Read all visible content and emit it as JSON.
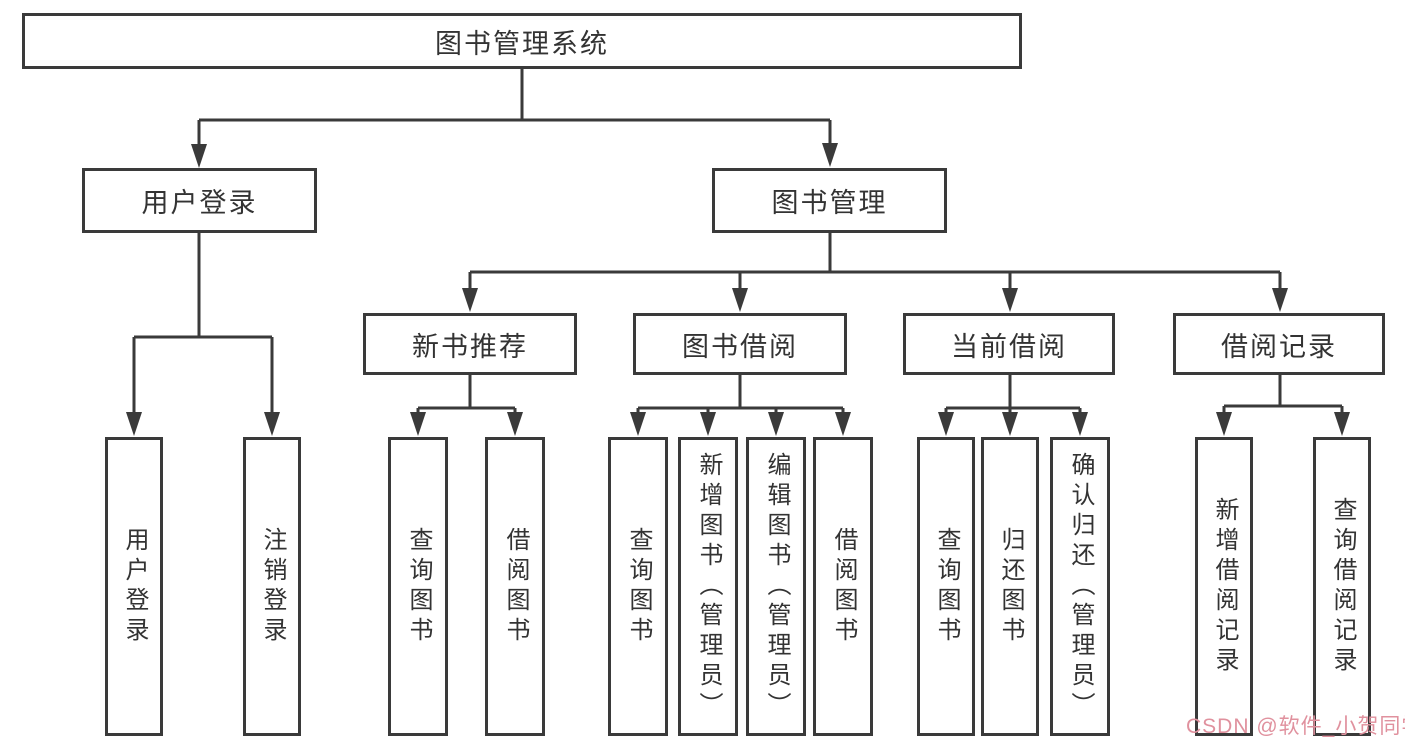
{
  "nodes": {
    "root": "图书管理系统",
    "l2": [
      "用户登录",
      "图书管理"
    ],
    "l3": [
      "新书推荐",
      "图书借阅",
      "当前借阅",
      "借阅记录"
    ],
    "leaves_login": [
      "用户登录",
      "注销登录"
    ],
    "leaves_newbook": [
      "查询图书",
      "借阅图书"
    ],
    "leaves_borrow": [
      "查询图书",
      "新增图书（管理员）",
      "编辑图书（管理员）",
      "借阅图书"
    ],
    "leaves_current": [
      "查询图书",
      "归还图书",
      "确认归还（管理员）"
    ],
    "leaves_records": [
      "新增借阅记录",
      "查询借阅记录"
    ]
  },
  "watermark": {
    "text": "CSDN @软件_小贺同学",
    "color": "#e0919e"
  },
  "colors": {
    "background": "#ffffff",
    "box_border": "#3a3a3a",
    "line": "#3a3a3a",
    "text": "#333333"
  }
}
